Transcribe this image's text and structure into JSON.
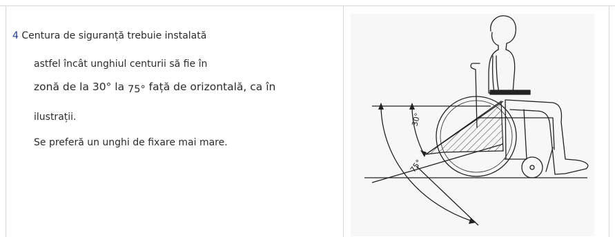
{
  "instructions": {
    "number": "4",
    "line1": "Centura de siguranță trebuie instalată",
    "line2": "astfel încât unghiul centurii să fie în",
    "line3_part1": "zonă de la 30° la ",
    "line3_small": "75°",
    "line3_part2": " față de orizontală, ca în",
    "line4": "ilustrații.",
    "line5": "Se preferă un unghi de fixare mai mare."
  },
  "figure": {
    "angle_small_label": "30°",
    "angle_large_label": "75°"
  }
}
